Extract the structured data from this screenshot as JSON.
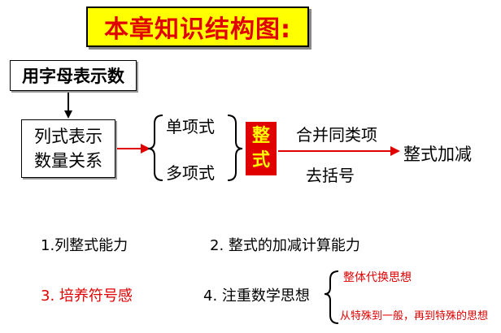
{
  "title": "本章知识结构图:",
  "nodes": {
    "letters": "用字母表示数",
    "list_expr_line1": "列式表示",
    "list_expr_line2": "数量关系",
    "monomial": "单项式",
    "polynomial": "多项式",
    "zhengshi_line1": "整",
    "zhengshi_line2": "式",
    "combine_like_terms": "合并同类项",
    "remove_brackets": "去括号",
    "add_subtract": "整式加减"
  },
  "abilities": {
    "a1": "1.列整式能力",
    "a2": "2. 整式的加减计算能力",
    "a3": "3. 培养符号感",
    "a4": "4. 注重数学思想",
    "idea1": "整体代换思想",
    "idea2": "从特殊到一般，再到特殊的思想"
  },
  "colors": {
    "title_text": "#e00000",
    "title_bg": "#ffff00",
    "accent_red": "#e00000",
    "zhengshi_text": "#ffff00"
  }
}
